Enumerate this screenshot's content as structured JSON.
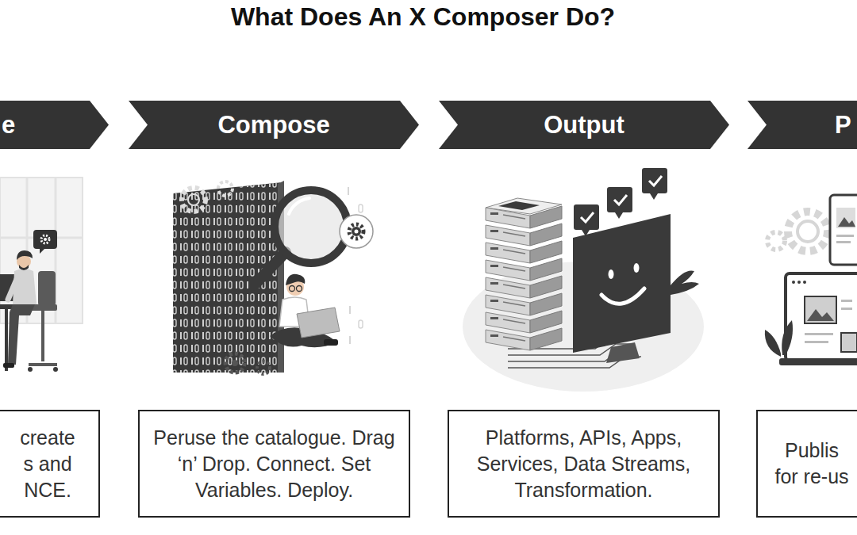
{
  "diagram": {
    "title": "What Does An X Composer Do?",
    "nodes": [
      {
        "text": [
          "e"
        ]
      },
      {
        "text": [
          "Compose"
        ]
      },
      {
        "text": [
          "Output"
        ]
      },
      {
        "text": [
          "P"
        ]
      },
      {
        "text": [
          "create s and NCE."
        ]
      },
      {
        "text": [
          "Peruse the catalogue. Drag ‘n’ Drop. Connect. Set Variables. Deploy."
        ]
      },
      {
        "text": [
          "Platforms, APIs, Apps, Services, Data Streams, Transformation."
        ]
      },
      {
        "text": [
          "Publis for re-us"
        ]
      }
    ]
  }
}
